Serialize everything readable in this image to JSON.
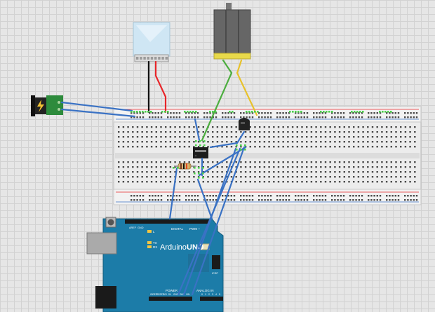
{
  "arduino": {
    "name": "Arduino",
    "model": "UNO",
    "digital_label": "DIGITAL",
    "pwm_label": "PWM ~",
    "power_label": "POWER",
    "analog_label": "ANALOG IN",
    "icsp_label": "ICSP",
    "led_l": "L",
    "led_tx": "TX",
    "led_rx": "RX",
    "aref_label": "AREF",
    "gnd_label": "GND",
    "power_pins": [
      "IOREF",
      "RESET",
      "3V3",
      "5V",
      "GND",
      "GND",
      "VIN"
    ],
    "analog_pins": [
      "0",
      "1",
      "2",
      "3",
      "4",
      "5"
    ]
  },
  "colors": {
    "breadboard": "#ececec",
    "arduino": "#1c7ca8",
    "wire_blue": "#3a72c4",
    "wire_red": "#e8262a",
    "wire_black": "#111111",
    "wire_green": "#4cae3f",
    "wire_yellow": "#e8c22c",
    "dc_jack": "#2d8b3c",
    "motor": "#6a6a6a"
  },
  "icons": {
    "dc_jack": "lightning-bolt-icon"
  }
}
